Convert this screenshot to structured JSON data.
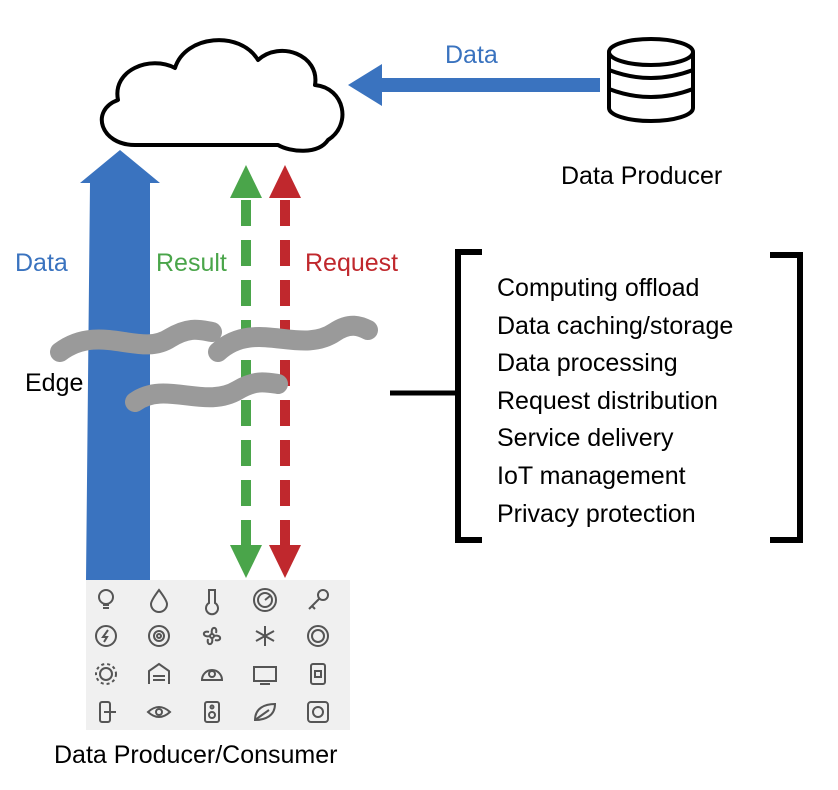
{
  "labels": {
    "top_data": "Data",
    "data_producer": "Data Producer",
    "left_data": "Data",
    "result": "Result",
    "request": "Request",
    "edge": "Edge",
    "producer_consumer": "Data Producer/Consumer"
  },
  "functions": [
    "Computing offload",
    "Data caching/storage",
    "Data processing",
    "Request distribution",
    "Service delivery",
    "IoT management",
    "Privacy protection"
  ],
  "colors": {
    "blue": "#3a73bf",
    "green": "#4aa54a",
    "red": "#c0282d",
    "gray": "#9a9a9a",
    "black": "#000000",
    "panel": "#f0f0f0",
    "icon": "#555555"
  },
  "icons": [
    "bulb-icon",
    "drop-icon",
    "thermometer-icon",
    "gauge-icon",
    "key-icon",
    "power-icon",
    "camera-icon",
    "fan-icon",
    "snowflake-icon",
    "disc-icon",
    "sun-icon",
    "garage-icon",
    "robot-vacuum-icon",
    "tv-icon",
    "socket-icon",
    "door-handle-icon",
    "eye-icon",
    "speaker-icon",
    "leaf-icon",
    "outlet-icon"
  ]
}
